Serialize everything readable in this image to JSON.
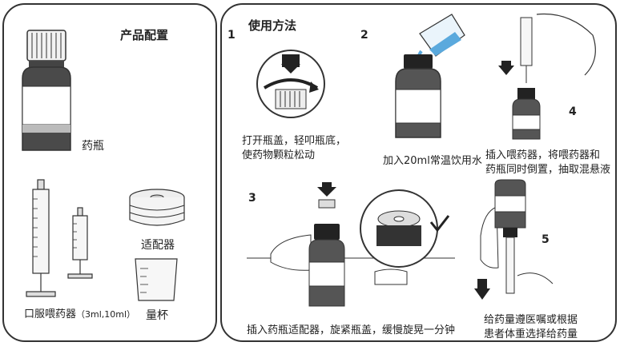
{
  "left": {
    "title": "产品配置",
    "bottle_label": "药瓶",
    "syringe_label": "口服喂药器",
    "syringe_spec": "（3ml,10ml）",
    "adapter_label": "适配器",
    "cup_label": "量杯"
  },
  "right": {
    "title": "使用方法",
    "steps": [
      {
        "num": "1",
        "text_line1": "打开瓶盖，轻叩瓶底，",
        "text_line2": "使药物颗粒松动"
      },
      {
        "num": "2",
        "text_line1": "加入20ml常温饮用水",
        "text_line2": ""
      },
      {
        "num": "3",
        "text_line1": "插入药瓶适配器，旋紧瓶盖，缓慢旋晃一分钟",
        "text_line2": ""
      },
      {
        "num": "4",
        "text_line1": "插入喂药器，将喂药器和",
        "text_line2": "药瓶同时倒置，抽取混悬液"
      },
      {
        "num": "5",
        "text_line1": "给药量遵医嘱或根据",
        "text_line2": "患者体重选择给药量"
      }
    ]
  },
  "colors": {
    "outline": "#333333",
    "bottle_glass": "#555555",
    "label_white": "#ffffff",
    "water_blue": "#5aa9dd"
  }
}
